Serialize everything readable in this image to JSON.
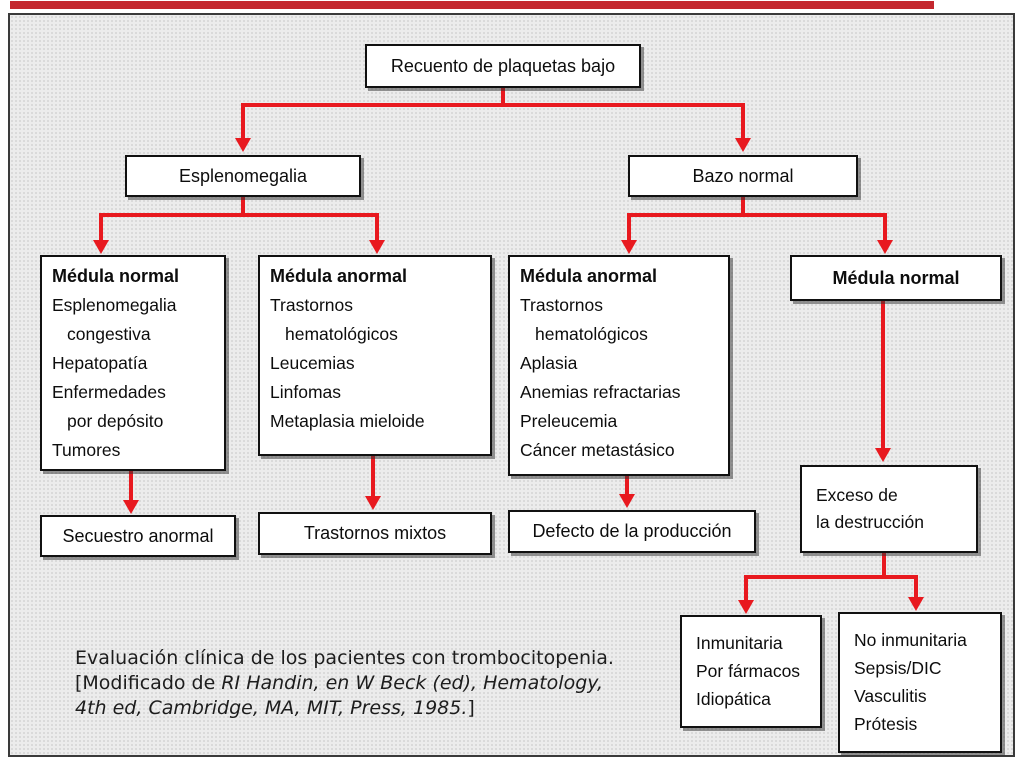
{
  "colors": {
    "accent_red": "#e8191f",
    "top_bar_red": "#c4272e",
    "box_border": "#111111",
    "box_background": "#ffffff",
    "figure_background": "#ececec",
    "frame_border": "#3a3a3a",
    "caption_color": "#1d1d1d"
  },
  "flowchart": {
    "root": "Recuento de plaquetas bajo",
    "level1": {
      "left": "Esplenomegalia",
      "right": "Bazo normal"
    },
    "marrow": {
      "splenomegaly_normal": {
        "title": "Médula normal",
        "lines": [
          {
            "text": "Esplenomegalia"
          },
          {
            "text": "congestiva",
            "indent": true
          },
          {
            "text": "Hepatopatía"
          },
          {
            "text": "Enfermedades"
          },
          {
            "text": "por depósito",
            "indent": true
          },
          {
            "text": "Tumores"
          }
        ]
      },
      "splenomegaly_abnormal": {
        "title": "Médula anormal",
        "lines": [
          {
            "text": "Trastornos"
          },
          {
            "text": "hematológicos",
            "indent": true
          },
          {
            "text": "Leucemias"
          },
          {
            "text": "Linfomas"
          },
          {
            "text": "Metaplasia mieloide"
          }
        ]
      },
      "normal_spleen_abnormal": {
        "title": "Médula anormal",
        "lines": [
          {
            "text": "Trastornos"
          },
          {
            "text": "hematológicos",
            "indent": true
          },
          {
            "text": "Aplasia"
          },
          {
            "text": "Anemias refractarias"
          },
          {
            "text": "Preleucemia"
          },
          {
            "text": "Cáncer metastásico"
          }
        ]
      },
      "normal_spleen_normal": {
        "title": "Médula normal"
      }
    },
    "outcomes": {
      "sequestration": "Secuestro anormal",
      "mixed": "Trastornos mixtos",
      "production": "Defecto de la producción",
      "destruction": {
        "lines": [
          {
            "text": "Exceso de"
          },
          {
            "text": "la destrucción"
          }
        ]
      }
    },
    "destruction_types": {
      "immune": {
        "lines": [
          {
            "text": "Inmunitaria"
          },
          {
            "text": "Por fármacos"
          },
          {
            "text": "Idiopática"
          }
        ]
      },
      "non_immune": {
        "lines": [
          {
            "text": "No inmunitaria"
          },
          {
            "text": "Sepsis/DIC"
          },
          {
            "text": "Vasculitis"
          },
          {
            "text": "Prótesis"
          }
        ]
      }
    }
  },
  "caption": {
    "lines": [
      [
        {
          "t": "Evaluación clínica de los pacientes con trombocitopenia."
        }
      ],
      [
        {
          "t": "[Modificado de "
        },
        {
          "t": "RI Handin, en W Beck (ed), Hematology,",
          "i": true
        }
      ],
      [
        {
          "t": "4th ed, Cambridge, MA, MIT, Press, 1985.",
          "i": true
        },
        {
          "t": "]"
        }
      ]
    ]
  }
}
